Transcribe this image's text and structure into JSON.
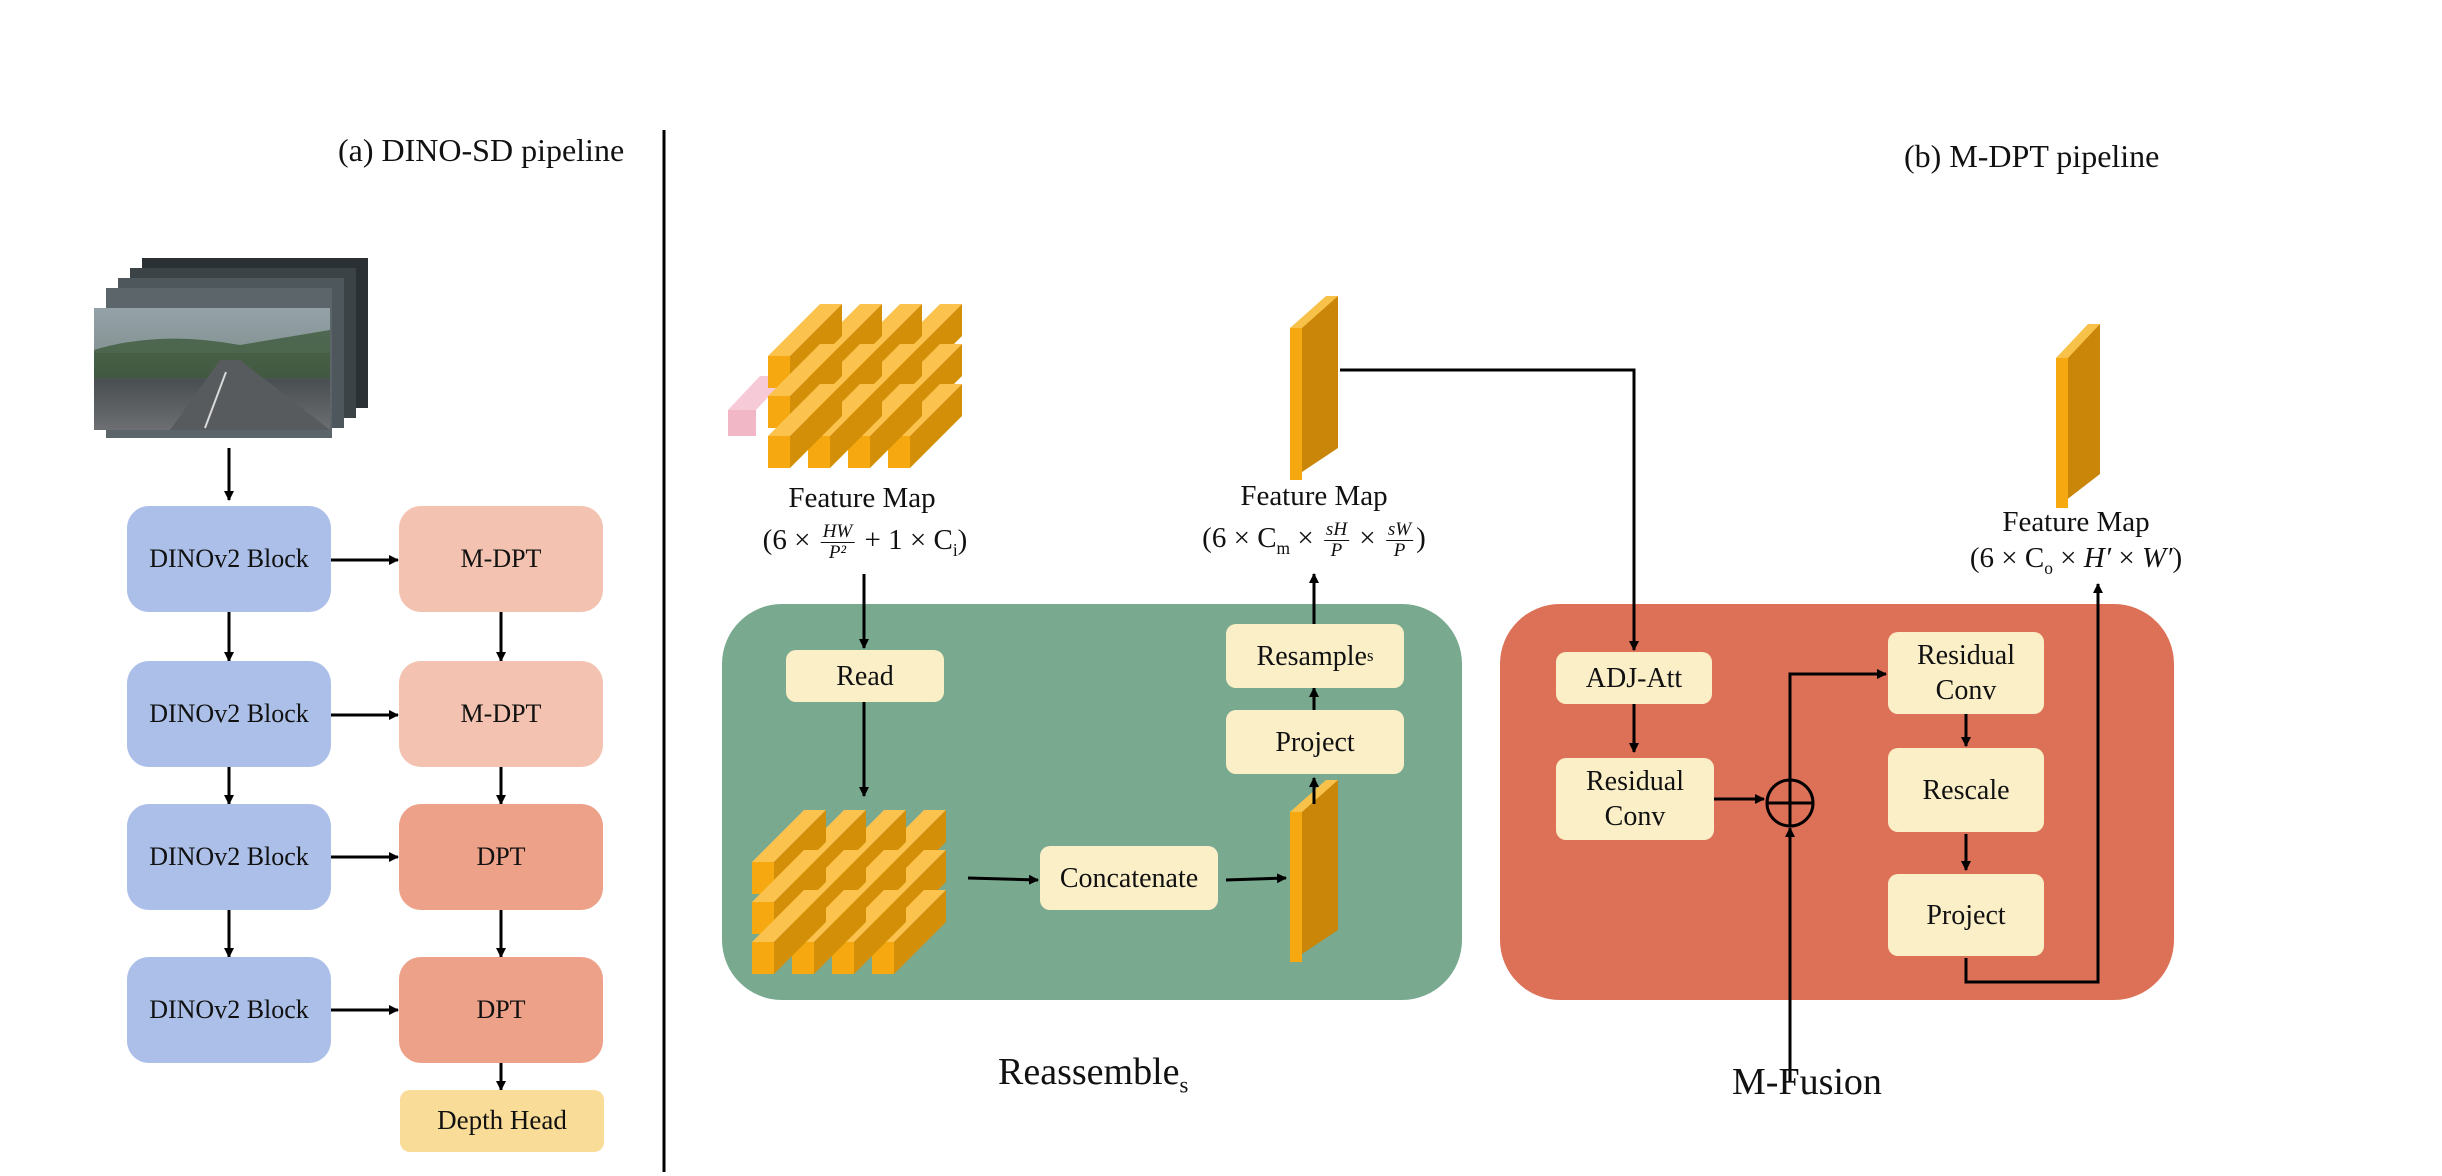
{
  "left_panel": {
    "title": "(a) DINO-SD pipeline",
    "blocks": [
      "DINOv2 Block",
      "DINOv2 Block",
      "DINOv2 Block",
      "DINOv2 Block"
    ],
    "heads": [
      "M-DPT",
      "M-DPT",
      "DPT",
      "DPT"
    ],
    "depth_head": "Depth Head"
  },
  "right_panel": {
    "title": "(b) M-DPT pipeline",
    "feature_map_label": "Feature Map",
    "fm1_formula": {
      "open": "(6 ×",
      "frac_num": "HW",
      "frac_den": "P²",
      "rest": "+ 1 × C",
      "sub": "i",
      "close": ")"
    },
    "fm2_formula": {
      "open": "(6 × C",
      "sub": "m",
      "times": "×",
      "frac1_num": "sH",
      "frac1_den": "P",
      "frac2_num": "sW",
      "frac2_den": "P",
      "close": ")"
    },
    "fm3_formula": {
      "open": "(6 × C",
      "sub": "o",
      "mid": "×",
      "h": "H′",
      "w": "W′",
      "close": ")"
    },
    "reassemble": {
      "read": "Read",
      "concatenate": "Concatenate",
      "project": "Project",
      "resample": "Resample",
      "resample_sub": "s",
      "label": "Reassemble",
      "label_sub": "s"
    },
    "fusion": {
      "adj_att": "ADJ-Att",
      "residual_conv_1": "Residual\nConv",
      "residual_conv_2": "Residual\nConv",
      "rescale": "Rescale",
      "project": "Project",
      "label": "M-Fusion"
    }
  },
  "colors": {
    "dino_block": "#abbfe8",
    "m_dpt": "#f3c2b0",
    "dpt": "#eea189",
    "depth_head": "#f9dc97",
    "reassemble_bg": "#79a98f",
    "fusion_bg": "#dd7157",
    "module": "#fbefc8",
    "feature_orange": "#f5a80f",
    "token_pink": "#f2b7c7"
  }
}
